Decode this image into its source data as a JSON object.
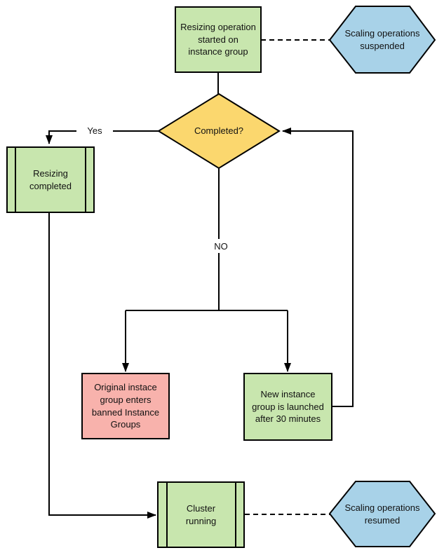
{
  "colors": {
    "process_green": "#c8e6ae",
    "decision_yellow": "#fbd76e",
    "hexagon_blue": "#a8d2e8",
    "alert_pink": "#f8b2ac",
    "line_black": "#000000"
  },
  "nodes": {
    "start": {
      "label": "Resizing operation\nstarted on\ninstance group"
    },
    "suspended": {
      "label": "Scaling operations\nsuspended"
    },
    "decision": {
      "label": "Completed?"
    },
    "resizing_completed": {
      "label": "Resizing\ncompleted"
    },
    "banned_group": {
      "label": "Original instace\ngroup enters\nbanned Instance\nGroups"
    },
    "new_group": {
      "label": "New instance\ngroup is launched\nafter 30 minutes"
    },
    "cluster_running": {
      "label": "Cluster\nrunning"
    },
    "resumed": {
      "label": "Scaling operations\nresumed"
    }
  },
  "edges": {
    "yes_label": "Yes",
    "no_label": "NO"
  }
}
